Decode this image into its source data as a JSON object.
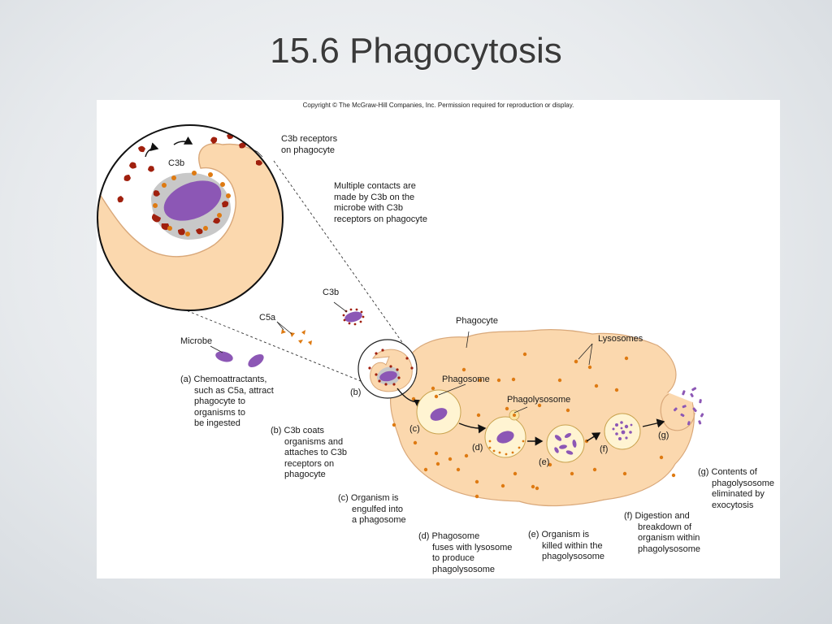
{
  "slide": {
    "title": "15.6 Phagocytosis"
  },
  "figure": {
    "copyright": "Copyright © The McGraw-Hill Companies, Inc. Permission required for reproduction or display.",
    "colors": {
      "cell": "#fbd8ae",
      "cell_outline": "#d9a87a",
      "microbe": "#8c57b5",
      "c3b_receptor": "#a0200e",
      "dot": "#de7a12",
      "phagosome_fill": "#fff4d2",
      "phagosome_outline": "#c9a34f",
      "gray_gap": "#c8c8c8"
    },
    "labels": {
      "c3b_receptors": "C3b receptors\non phagocyte",
      "c3b_inset": "C3b",
      "multiple_contacts": "Multiple contacts are\nmade by C3b on the\nmicrobe with C3b\nreceptors on phagocyte",
      "c3b": "C3b",
      "c5a": "C5a",
      "microbe": "Microbe",
      "phagocyte": "Phagocyte",
      "lysosomes": "Lysosomes",
      "phagosome": "Phagosome",
      "phagolysosome": "Phagolysosome"
    },
    "steps": {
      "b": "(b)",
      "c": "(c)",
      "d": "(d)",
      "e": "(e)",
      "f": "(f)",
      "g": "(g)"
    },
    "captions": {
      "a": "(a) Chemoattractants,\nsuch as C5a, attract\nphagocyte to\norganisms to\nbe ingested",
      "b": "(b) C3b coats\norganisms and\nattaches to C3b\nreceptors on\nphagocyte",
      "c": "(c) Organism is\nengulfed into\na phagosome",
      "d": "(d) Phagosome\nfuses with lysosome\nto produce\nphagolysosome",
      "e": "(e) Organism is\nkilled within the\nphagolysosome",
      "f": "(f) Digestion and\nbreakdown of\norganism within\nphagolysosome",
      "g": "(g) Contents of\nphagolysosome\neliminated by\nexocytosis"
    }
  }
}
